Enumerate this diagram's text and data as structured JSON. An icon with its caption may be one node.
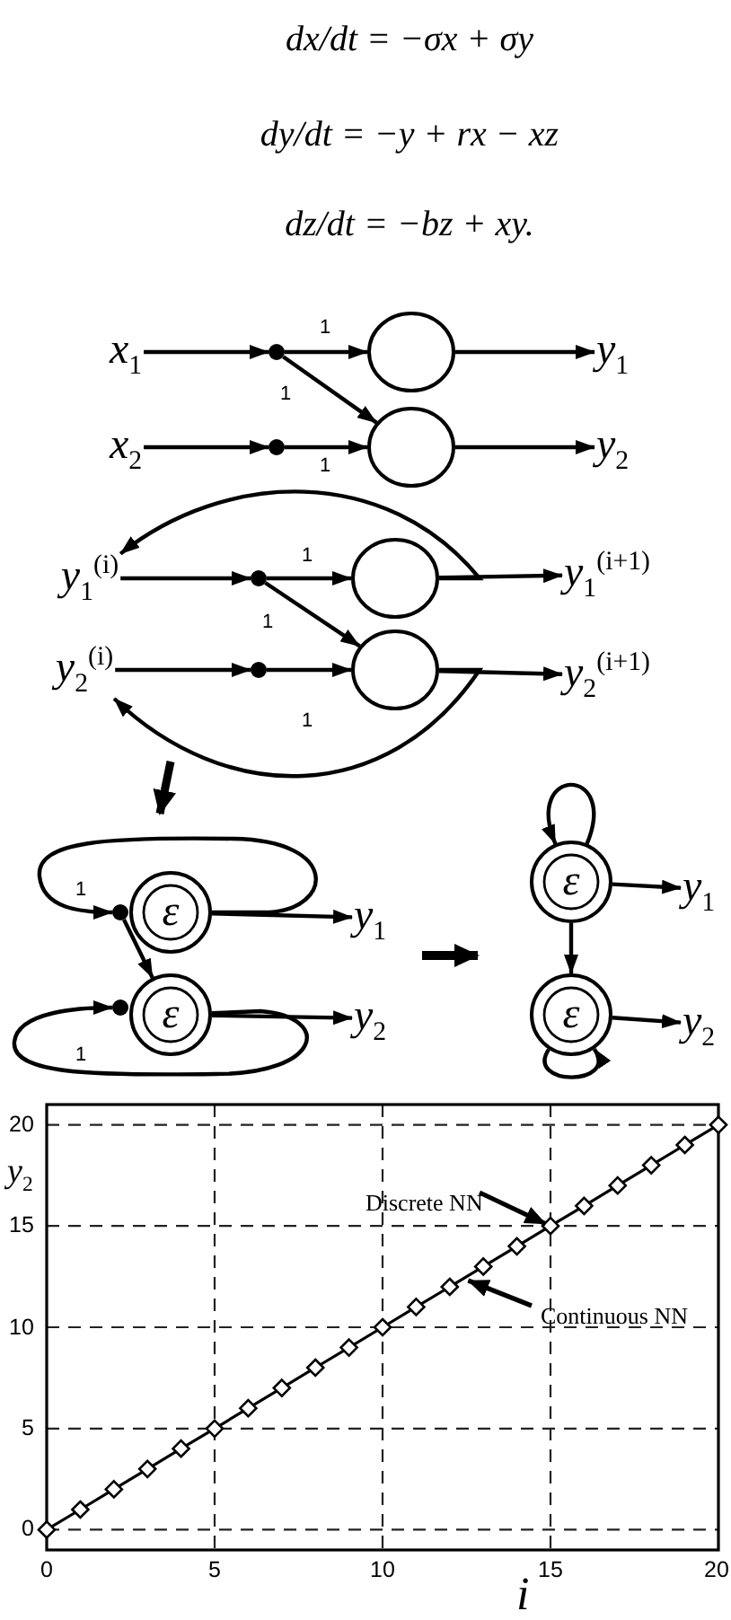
{
  "diagram": {
    "nodes": [
      {
        "text": [
          "x$_{1}$"
        ]
      },
      {
        "text": [],
        "shape": "dot"
      },
      {
        "text": [],
        "shape": "circle"
      },
      {
        "text": [
          "y$_{1}$"
        ]
      },
      {
        "text": [
          "x$_{2}$"
        ]
      },
      {
        "text": [],
        "shape": "dot"
      },
      {
        "text": [],
        "shape": "circle"
      },
      {
        "text": [
          "y$_{2}$"
        ]
      },
      {
        "text": [
          "y$_{1}$$^{(i)}$"
        ]
      },
      {
        "text": [],
        "shape": "dot"
      },
      {
        "text": [],
        "shape": "circle"
      },
      {
        "text": [
          "y$_{1}$$^{(i+1)}$"
        ]
      },
      {
        "text": [
          "y$_{2}$$^{(i)}$"
        ]
      },
      {
        "text": [],
        "shape": "dot"
      },
      {
        "text": [],
        "shape": "circle"
      },
      {
        "text": [
          "y$_{2}$$^{(i+1)}$"
        ]
      },
      {
        "text": [],
        "shape": "dot"
      },
      {
        "text": [
          "ε"
        ]
      },
      {
        "text": [
          "y$_{1}$"
        ]
      },
      {
        "text": [],
        "shape": "dot"
      },
      {
        "text": [
          "ε"
        ]
      },
      {
        "text": [
          "y$_{2}$"
        ]
      },
      {
        "text": [
          "ε"
        ]
      },
      {
        "text": [
          "y$_{1}$"
        ]
      },
      {
        "text": [
          "ε"
        ]
      },
      {
        "text": [
          "y$_{2}$"
        ]
      }
    ],
    "edges": [
      {
        "from": 0,
        "to": 1,
        "arrow": "to"
      },
      {
        "from": 1,
        "to": 2,
        "arrow": "to",
        "label": "1"
      },
      {
        "from": 1,
        "to": 6,
        "arrow": "to",
        "label": "1"
      },
      {
        "from": 2,
        "to": 3,
        "arrow": "to"
      },
      {
        "from": 4,
        "to": 5,
        "arrow": "to"
      },
      {
        "from": 5,
        "to": 6,
        "arrow": "to",
        "label": "1"
      },
      {
        "from": 6,
        "to": 7,
        "arrow": "to"
      },
      {
        "from": 8,
        "to": 9,
        "arrow": "to"
      },
      {
        "from": 9,
        "to": 10,
        "arrow": "to",
        "label": "1"
      },
      {
        "from": 9,
        "to": 14,
        "arrow": "to",
        "label": "1"
      },
      {
        "from": 10,
        "to": 11,
        "arrow": "to"
      },
      {
        "from": 10,
        "to": 8,
        "arrow": "to"
      },
      {
        "from": 12,
        "to": 13,
        "arrow": "to"
      },
      {
        "from": 13,
        "to": 14,
        "arrow": "to",
        "label": "1"
      },
      {
        "from": 14,
        "to": 15,
        "arrow": "to"
      },
      {
        "from": 14,
        "to": 12,
        "arrow": "to"
      },
      {
        "from": 17,
        "to": 16,
        "arrow": "to",
        "label": "1"
      },
      {
        "from": 16,
        "to": 20,
        "arrow": "to"
      },
      {
        "from": 17,
        "to": 18,
        "arrow": "to"
      },
      {
        "from": 20,
        "to": 19,
        "arrow": "to",
        "label": "1"
      },
      {
        "from": 20,
        "to": 21,
        "arrow": "to"
      },
      {
        "from": 22,
        "to": 22,
        "arrow": "to"
      },
      {
        "from": 22,
        "to": 23,
        "arrow": "to"
      },
      {
        "from": 22,
        "to": 24,
        "arrow": "to"
      },
      {
        "from": 24,
        "to": 24,
        "arrow": "to"
      },
      {
        "from": 24,
        "to": 25,
        "arrow": "to"
      }
    ],
    "labels": [
      "dx/dt = −σx + σy",
      "dy/dt = −y + rx − xz",
      "dz/dt = −bz + xy."
    ],
    "chart_data": {
      "type": "line",
      "xlabel": "i",
      "ylabel": "y$_{2}$",
      "x": [
        0,
        1,
        2,
        3,
        4,
        5,
        6,
        7,
        8,
        9,
        10,
        11,
        12,
        13,
        14,
        15,
        16,
        17,
        18,
        19,
        20
      ],
      "series": [
        {
          "color": "#000000",
          "marker": "diamond",
          "values": [
            0,
            1,
            2,
            3,
            4,
            5,
            6,
            7,
            8,
            9,
            10,
            11,
            12,
            13,
            14,
            15,
            16,
            17,
            18,
            19,
            20
          ]
        }
      ],
      "xlim": [
        0,
        20
      ],
      "ylim": [
        -1,
        21
      ],
      "xticks": [
        0,
        5,
        10,
        15,
        20
      ],
      "yticks": [
        0,
        5,
        10,
        15,
        20
      ],
      "grid": true,
      "annotations": [
        {
          "text": "Discrete NN",
          "x": 15,
          "y": 15
        },
        {
          "text": "Continuous NN",
          "x": 12.4,
          "y": 12.4
        }
      ]
    }
  }
}
